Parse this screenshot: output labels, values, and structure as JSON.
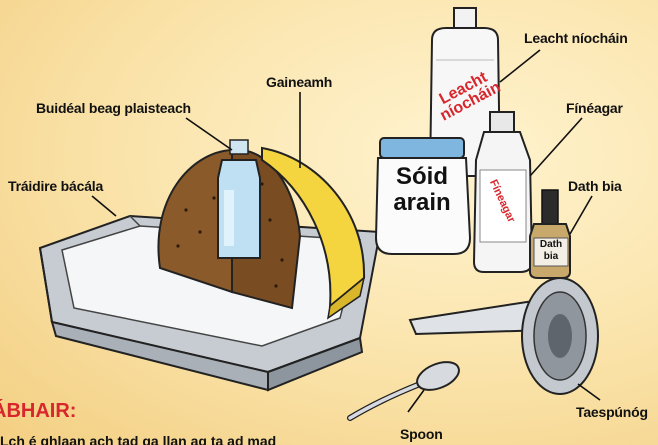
{
  "labels": {
    "baking_tray": "Tráidire bácála",
    "small_bottle": "Buidéal beag plaisteach",
    "sand": "Gaineamh",
    "washing_liquid": "Leacht níocháin",
    "vinegar": "Fínéagar",
    "food_colouring": "Dath bia",
    "teaspoon": "Taespúnóg",
    "spoon": "Spoon"
  },
  "containers": {
    "bottle_text": "Leacht níocháin",
    "jar_line1": "Sóid",
    "jar_line2": "arain",
    "vinegar_text": "Fíneagar",
    "dye_line1": "Dath",
    "dye_line2": "bia"
  },
  "materials": {
    "heading": "ÁBHAIR:",
    "partial_line": "Lch é ghlaan ach tad ga llan ag ta ad mad"
  },
  "colors": {
    "heading_red": "#d8262d",
    "sand_yellow": "#f4d43f",
    "mould_brown": "#8a5a2b",
    "jar_lid_blue": "#7fb6e0"
  }
}
